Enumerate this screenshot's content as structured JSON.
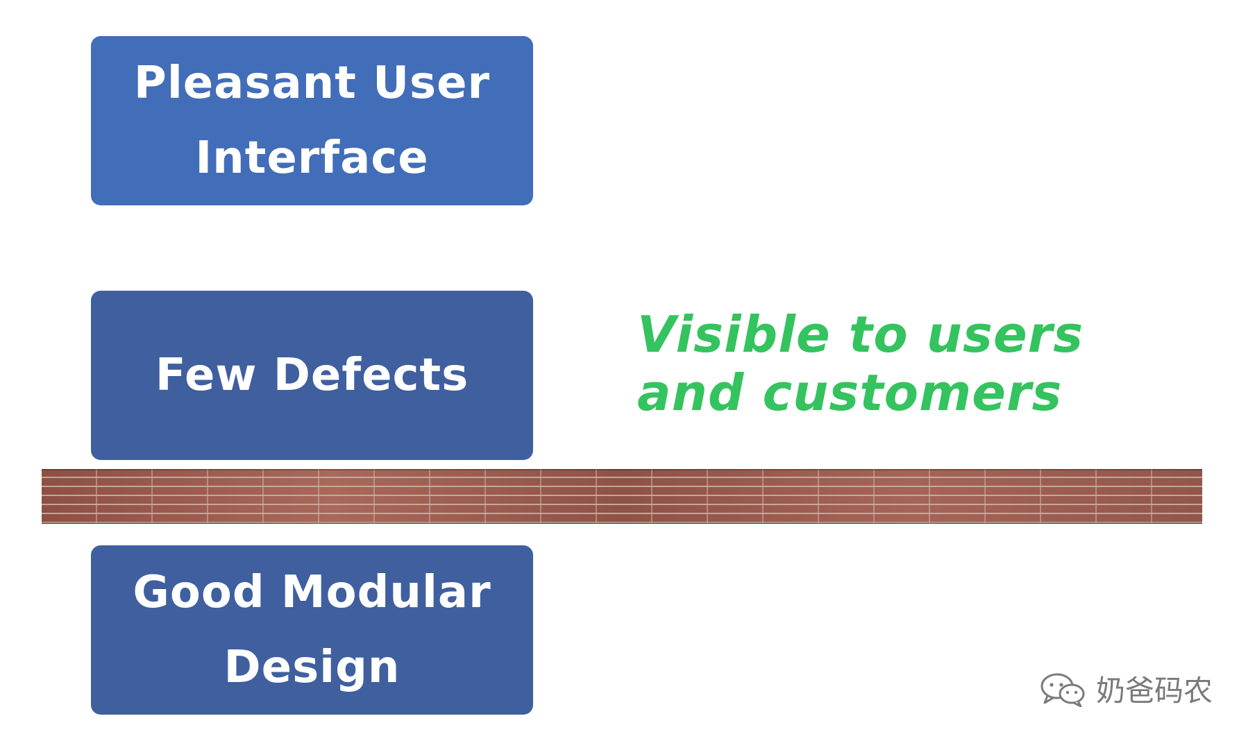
{
  "boxes": {
    "top": {
      "line1": "Pleasant User",
      "line2": "Interface"
    },
    "middle": {
      "line1": "Few Defects"
    },
    "bottom": {
      "line1": "Good Modular",
      "line2": "Design"
    }
  },
  "callout": {
    "line1": "Visible to users",
    "line2": "and customers"
  },
  "watermark": {
    "text": "奶爸码农",
    "icon": "wechat-icon"
  },
  "colors": {
    "box_top": "#426db8",
    "box_lower": "#3f5f9f",
    "callout_text": "#34c35e",
    "wall": "#98584a"
  }
}
